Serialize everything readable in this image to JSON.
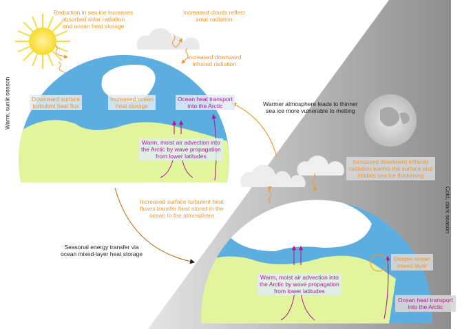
{
  "labels": {
    "sea_ice": "Reduction in sea ice increases\nabsorbed solar radiation\nand ocean heat storage",
    "clouds_reflect": "Increased clouds reflect\nsolar radiation",
    "downward_ir": "Increased downward\ninfrared radiation",
    "downward_turbulent": "Downward surface\nturbulent heat flux",
    "ocean_storage": "Increased ocean\nheat storage",
    "ocean_transport_top": "Ocean heat transport\ninto the Arctic",
    "advection_top": "Warm, moist air advection into\nthe Arctic by wave propagation\nfrom lower latitudes",
    "warmer_atmosphere": "Warmer atmosphere leads to thinner\nsea ice more vulnerable to melting",
    "ir_warms": "Increased downward infrared\nradiation warms the surface and\ninhibits sea ice thickening",
    "turbulent_fluxes": "Increased surface turbulent heat\nfluxes transfer heat stored in the\nocean to the atmosphere",
    "seasonal_transfer": "Seasonal energy transfer via\nocean mixed-layer heat storage",
    "advection_bottom": "Warm, moist air advection into\nthe Arctic by wave propagation\nfrom lower latitudes",
    "deeper_mixed": "Deeper ocean\nmixed layer",
    "ocean_transport_bottom": "Ocean heat transport\ninto the Arctic",
    "warm_season": "Warm, sunlit season",
    "cold_season": "Cold, dark season"
  },
  "colors": {
    "orange": "#f0962a",
    "magenta": "#b0198f",
    "ocean": "#5caee0",
    "land": "#e2f59c"
  }
}
